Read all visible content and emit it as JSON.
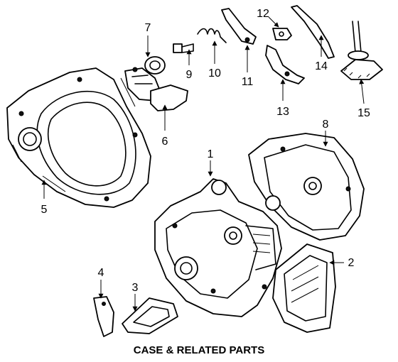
{
  "caption": "CASE & RELATED PARTS",
  "callouts": [
    {
      "id": "c1",
      "text": "1"
    },
    {
      "id": "c2",
      "text": "2"
    },
    {
      "id": "c3",
      "text": "3"
    },
    {
      "id": "c4",
      "text": "4"
    },
    {
      "id": "c5",
      "text": "5"
    },
    {
      "id": "c6",
      "text": "6"
    },
    {
      "id": "c7",
      "text": "7"
    },
    {
      "id": "c8",
      "text": "8"
    },
    {
      "id": "c9",
      "text": "9"
    },
    {
      "id": "c10",
      "text": "10"
    },
    {
      "id": "c11",
      "text": "11"
    },
    {
      "id": "c12",
      "text": "12"
    },
    {
      "id": "c13",
      "text": "13"
    },
    {
      "id": "c14",
      "text": "14"
    },
    {
      "id": "c15",
      "text": "15"
    }
  ]
}
